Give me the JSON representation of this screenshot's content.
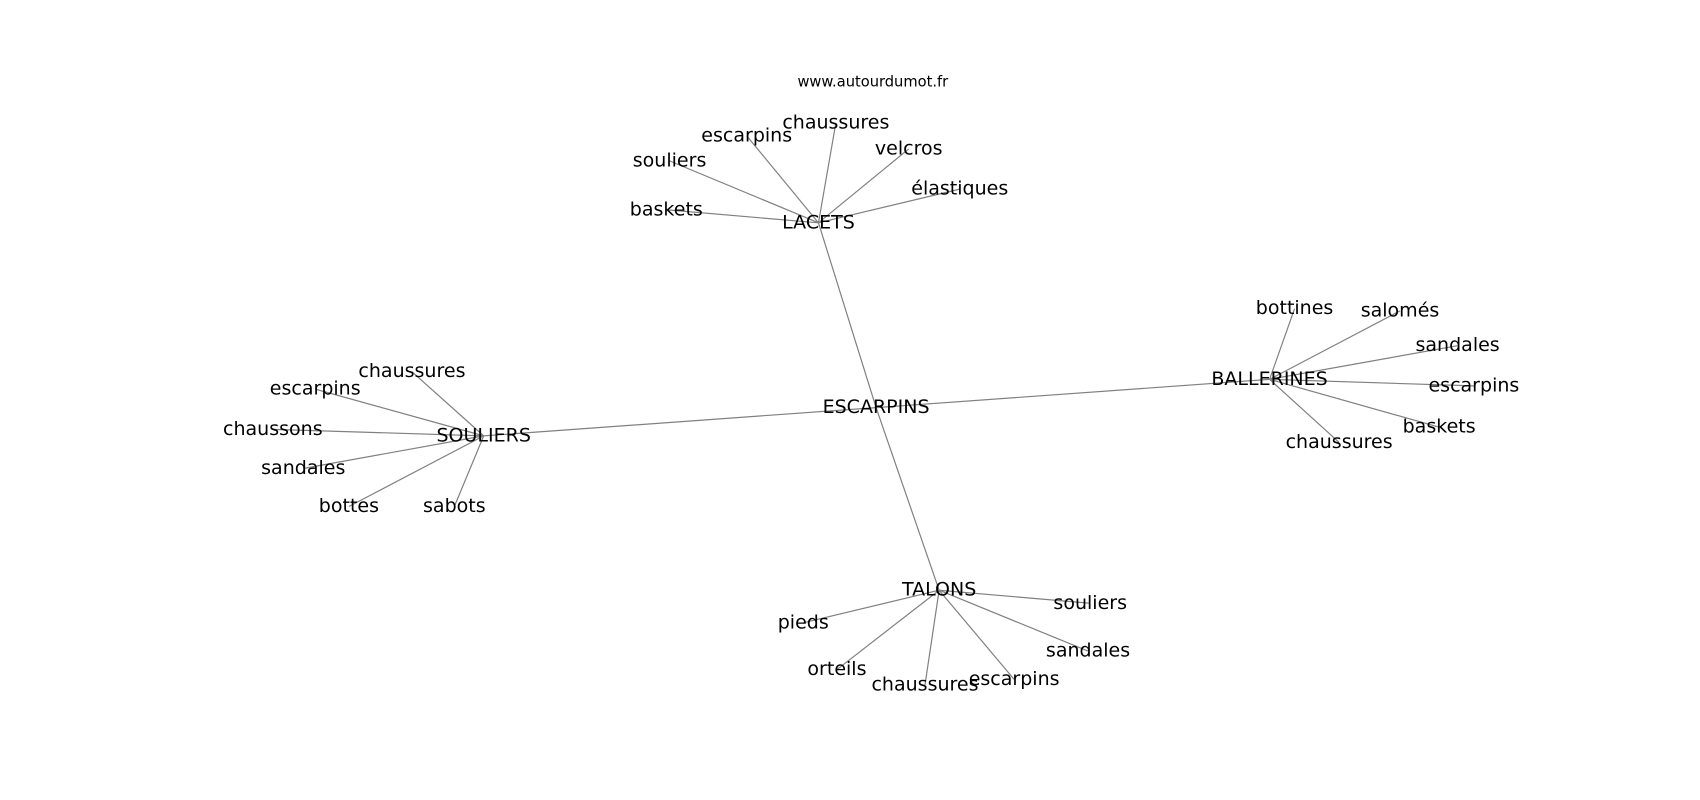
{
  "title": "www.autourdumot.fr",
  "center": "ESCARPINS",
  "clusters": [
    {
      "hub": "LACETS",
      "leaves": [
        "baskets",
        "souliers",
        "escarpins",
        "chaussures",
        "velcros",
        "élastiques"
      ]
    },
    {
      "hub": "SOULIERS",
      "leaves": [
        "chaussures",
        "escarpins",
        "chaussons",
        "sandales",
        "bottes",
        "sabots"
      ]
    },
    {
      "hub": "BALLERINES",
      "leaves": [
        "bottines",
        "salomés",
        "sandales",
        "escarpins",
        "baskets",
        "chaussures"
      ]
    },
    {
      "hub": "TALONS",
      "leaves": [
        "souliers",
        "sandales",
        "escarpins",
        "chaussures",
        "orteils",
        "pieds"
      ]
    }
  ],
  "colors": {
    "edge": "#808080",
    "text": "#000000",
    "background": "#ffffff"
  }
}
